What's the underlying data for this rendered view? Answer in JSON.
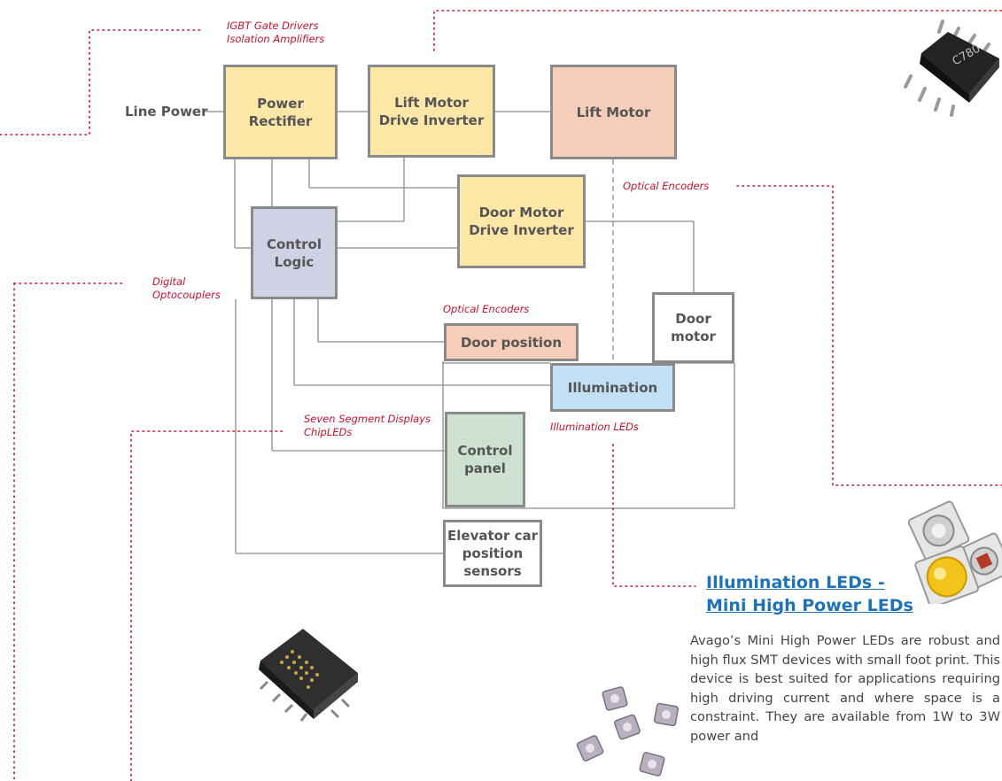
{
  "boxes": {
    "power_rectifier": "Power\nRectifier",
    "lift_motor_inverter": "Lift Motor\nDrive Inverter",
    "lift_motor": "Lift Motor",
    "door_motor_inverter": "Door Motor\nDrive Inverter",
    "control_logic": "Control\nLogic",
    "door_motor": "Door\nmotor",
    "door_position": "Door position",
    "illumination": "Illumination",
    "control_panel": "Control\npanel",
    "position_sensors": "Elevator car\nposition\nsensors"
  },
  "labels": {
    "line_power": "Line Power",
    "igbt": "IGBT Gate Drivers\nIsolation Amplifiers",
    "optical_encoders_top": "Optical Encoders",
    "digital_optocouplers": "Digital\nOptocouplers",
    "optical_encoders_mid": "Optical Encoders",
    "seven_segment": "Seven Segment Displays\nChipLEDs",
    "illumination_leds": "Illumination LEDs"
  },
  "product": {
    "heading_line1": "Illumination LEDs -",
    "heading_line2": "Mini High Power LEDs",
    "description": "Avago’s Mini High Power LEDs are robust and high flux SMT devices with small foot print. This device is best suited for applications requiring high driving current and where space is a constraint. They are available from 1W to 3W power and"
  },
  "colors": {
    "yellow_box": "#fce7a7",
    "pink_box": "#f6cdb9",
    "purple_box": "#cfd1e4",
    "blue_box": "#c2e0f4",
    "green_box": "#cde0d1",
    "dotted_line": "#c8102e",
    "heading": "#1e72b8"
  },
  "images": {
    "ic_chip_marking": "C780",
    "icons": [
      "optocoupler-ic-chip",
      "high-power-led-cluster",
      "dot-matrix-display",
      "small-smt-leds"
    ]
  }
}
